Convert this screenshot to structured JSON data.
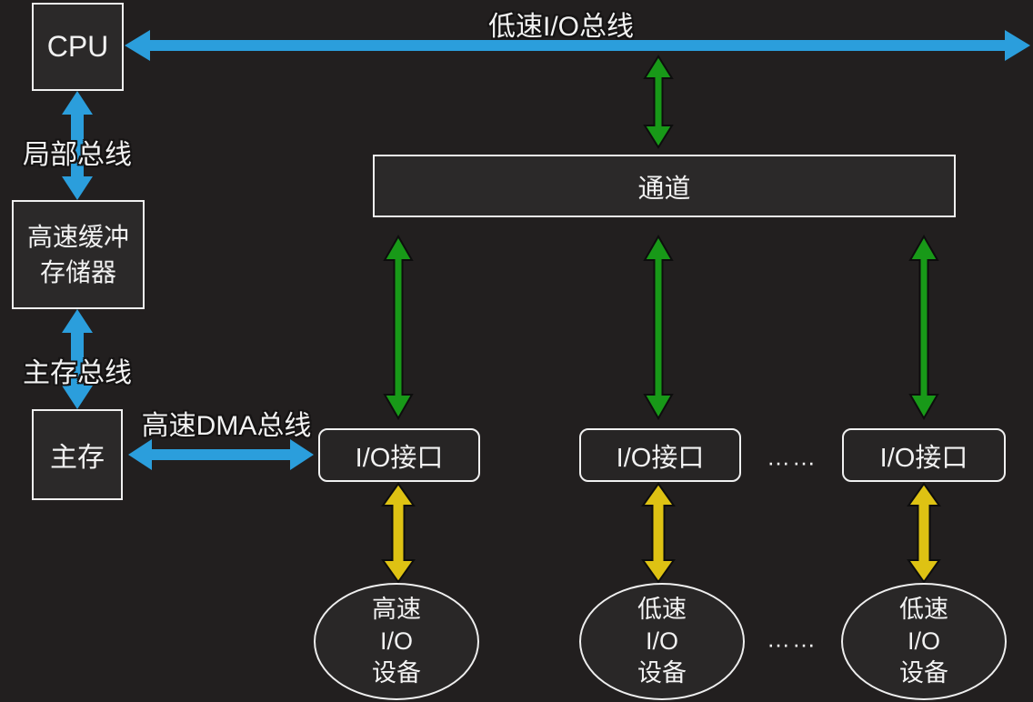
{
  "colors": {
    "background": "#221f1f",
    "bus_blue": "#2b9edc",
    "channel_green": "#189918",
    "device_yellow": "#dec213",
    "node_border": "#f0f0f0",
    "text": "#f2f2f2"
  },
  "nodes": {
    "cpu": {
      "label": "CPU"
    },
    "cache": {
      "line1": "高速缓冲",
      "line2": "存储器"
    },
    "main_memory": {
      "label": "主存"
    },
    "channel": {
      "label": "通道"
    },
    "io_interface_1": {
      "label": "I/O接口"
    },
    "io_interface_2": {
      "label": "I/O接口"
    },
    "io_interface_3": {
      "label": "I/O接口"
    },
    "device_1": {
      "line1": "高速",
      "line2": "I/O",
      "line3": "设备"
    },
    "device_2": {
      "line1": "低速",
      "line2": "I/O",
      "line3": "设备"
    },
    "device_3": {
      "line1": "低速",
      "line2": "I/O",
      "line3": "设备"
    }
  },
  "bus_labels": {
    "low_speed_io_bus": "低速I/O总线",
    "local_bus": "局部总线",
    "main_memory_bus": "主存总线",
    "dma_bus": "高速DMA总线"
  },
  "ellipsis": {
    "between_interfaces": "……",
    "between_devices": "……"
  },
  "connectors": [
    {
      "name": "low-speed-io-bus",
      "from": "cpu",
      "to": "right-edge",
      "color": "bus_blue",
      "type": "double-arrow-horizontal"
    },
    {
      "name": "local-bus",
      "from": "cpu",
      "to": "cache",
      "color": "bus_blue",
      "type": "double-arrow-vertical"
    },
    {
      "name": "main-memory-bus",
      "from": "cache",
      "to": "main_memory",
      "color": "bus_blue",
      "type": "double-arrow-vertical"
    },
    {
      "name": "dma-bus",
      "from": "main_memory",
      "to": "io_interface_1",
      "color": "bus_blue",
      "type": "double-arrow-horizontal"
    },
    {
      "name": "bus-to-channel",
      "from": "low_speed_io_bus",
      "to": "channel",
      "color": "channel_green",
      "type": "double-arrow-vertical"
    },
    {
      "name": "channel-to-io1",
      "from": "channel",
      "to": "io_interface_1",
      "color": "channel_green",
      "type": "double-arrow-vertical"
    },
    {
      "name": "channel-to-io2",
      "from": "channel",
      "to": "io_interface_2",
      "color": "channel_green",
      "type": "double-arrow-vertical"
    },
    {
      "name": "channel-to-io3",
      "from": "channel",
      "to": "io_interface_3",
      "color": "channel_green",
      "type": "double-arrow-vertical"
    },
    {
      "name": "io1-to-device1",
      "from": "io_interface_1",
      "to": "device_1",
      "color": "device_yellow",
      "type": "double-arrow-vertical"
    },
    {
      "name": "io2-to-device2",
      "from": "io_interface_2",
      "to": "device_2",
      "color": "device_yellow",
      "type": "double-arrow-vertical"
    },
    {
      "name": "io3-to-device3",
      "from": "io_interface_3",
      "to": "device_3",
      "color": "device_yellow",
      "type": "double-arrow-vertical"
    }
  ]
}
